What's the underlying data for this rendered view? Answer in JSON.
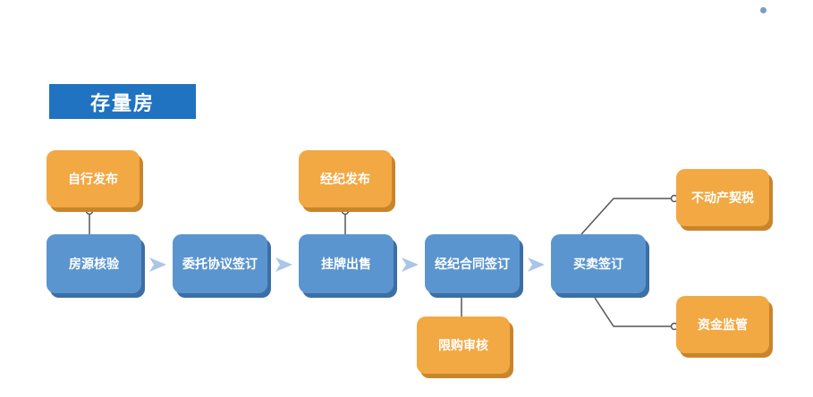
{
  "title": "存量房",
  "main_steps": [
    {
      "label": "房源核验"
    },
    {
      "label": "委托协议签订"
    },
    {
      "label": "挂牌出售"
    },
    {
      "label": "经纪合同签订"
    },
    {
      "label": "买卖签订"
    }
  ],
  "side_steps": {
    "self_publish": "自行发布",
    "agent_publish": "经纪发布",
    "purchase_review": "限购审核",
    "property_tax": "不动产契税",
    "fund_supervision": "资金监管"
  },
  "colors": {
    "title_bg": "#1f73c0",
    "main_node": "#5b95cf",
    "side_node": "#f2a843",
    "arrow": "#a9c6e8",
    "connector": "#555555"
  }
}
